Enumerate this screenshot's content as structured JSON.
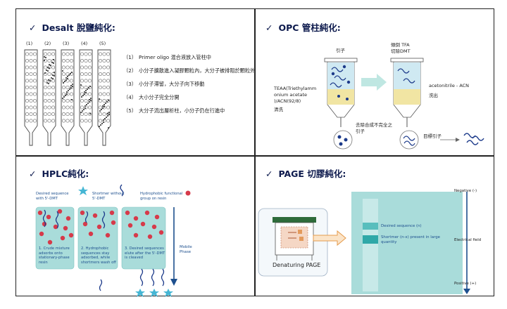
{
  "panels": {
    "desalt": {
      "check": "✓",
      "title": "Desalt 脫鹽純化:",
      "column_labels": [
        "(1)",
        "(2)",
        "(3)",
        "(4)",
        "(5)"
      ],
      "steps": [
        {
          "num": "（1）",
          "text": "Primer oligo 混合液放入管柱中"
        },
        {
          "num": "（2）",
          "text": "小分子擴散進入凝膠顆粒內，大分子被排阻於顆粒外"
        },
        {
          "num": "（3）",
          "text": "小分子滯留，大分子向下移動"
        },
        {
          "num": "（4）",
          "text": "大小分子完全分開"
        },
        {
          "num": "（5）",
          "text": "大分子流出層析柱，小分子仍在行進中"
        }
      ]
    },
    "opc": {
      "check": "✓",
      "title": "OPC 管柱純化:",
      "primer": "引子",
      "deprotect": [
        "傾倒 TFA",
        "切除DMT"
      ],
      "teaa": [
        "TEAA(Triethylamm",
        "onium acetate",
        ")/ACN(92/8)"
      ],
      "wash": "清洗",
      "acetonitrile": "acetonitrile - ACN",
      "elute": "洗出",
      "remove": [
        "去除合成不完全之",
        "引子"
      ],
      "target": "目標引子"
    },
    "hplc": {
      "check": "✓",
      "title": "HPLC純化:",
      "legend": {
        "desired": [
          "Desired sequence",
          "with 5'-DMT"
        ],
        "shortmer": [
          "Shortmer without",
          "5'-DMT"
        ],
        "hydrophobic": [
          "Hydrophobic functional",
          "group on resin"
        ]
      },
      "steps": [
        [
          "1. Crude mixture",
          "adsorbs onto",
          "stationary-phase",
          "resin"
        ],
        [
          "2. Hydrophobic",
          "sequences stay",
          "adsorbed, while",
          "shortmers wash off"
        ],
        [
          "3. Desired sequences",
          "elute after the 5'-DMT",
          "is cleaved"
        ]
      ],
      "mobile_phase": [
        "Mobile",
        "Phase"
      ]
    },
    "page": {
      "check": "✓",
      "title": "PAGE 切膠純化:",
      "device_label": "Denaturing PAGE",
      "negative": "Negative (-)",
      "desired": "Desired sequence (n)",
      "shortmer": [
        "Shortmer (n-x) present in large",
        "quantity"
      ],
      "field": "Electrical field",
      "positive": "Positive (+)"
    }
  },
  "colors": {
    "title": "#0d1a4d",
    "teal": "#8fd3d1",
    "teal_dark": "#4fb8b5",
    "red": "#d63a4a",
    "navy": "#1c3a8a",
    "blue_arrow": "#1d4f8e"
  }
}
